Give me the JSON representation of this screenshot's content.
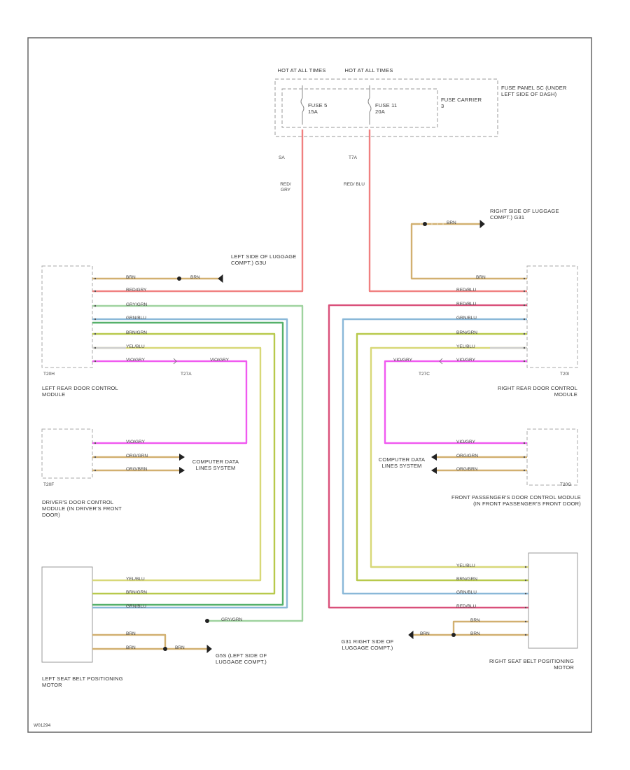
{
  "fuse_panel": {
    "hot1": "HOT AT ALL TIMES",
    "hot2": "HOT AT ALL TIMES",
    "fuse1_label": "FUSE 5 15A",
    "fuse2_label": "FUSE 11 20A",
    "carrier_label": "FUSE CARRIER 3",
    "panel_label": "FUSE PANEL SC (UNDER LEFT SIDE OF DASH)",
    "wire1_num": "SA",
    "wire2_num": "T7A",
    "wire1_color": "RED/ GRY",
    "wire2_color": "RED/ BLU"
  },
  "grounds": {
    "left_rear": "LEFT SIDE OF LUGGAGE COMPT.) G3U",
    "right_rear": "RIGHT SIDE OF LUGGAGE COMPT.) G31",
    "left_seat": "G5S (LEFT SIDE OF LUGGAGE COMPT.)",
    "right_seat": "G31 RIGHT SIDE OF LUGGAGE COMPT.)"
  },
  "modules": {
    "left_rear": "LEFT REAR DOOR CONTROL MODULE",
    "right_rear": "RIGHT REAR DOOR CONTROL MODULE",
    "driver": "DRIVER'S DOOR CONTROL MODULE (IN DRIVER'S FRONT DOOR)",
    "passenger": "FRONT PASSENGER'S DOOR CONTROL MODULE (IN FRONT PASSENGER'S FRONT DOOR)",
    "left_seat": "LEFT SEAT BELT POSITIONING MOTOR",
    "right_seat": "RIGHT SEAT BELT POSITIONING MOTOR",
    "left_conn": "T20H",
    "right_conn": "T20I",
    "driver_conn": "T20F",
    "pass_conn": "T20G",
    "left_inline": "T27A",
    "right_inline": "T27C"
  },
  "data_lines": {
    "left": "COMPUTER DATA LINES SYSTEM",
    "right": "COMPUTER DATA LINES SYSTEM"
  },
  "wire_labels": {
    "brn": "BRN",
    "red_gry": "RED/GRY",
    "gry_grn": "GRY/GRN",
    "grn_blu": "GRN/BLU",
    "brn_grn": "BRN/GRN",
    "yel_blu": "YEL/BLU",
    "vio_gry": "VIO/GRY",
    "org_grn": "ORG/GRN",
    "org_brn": "ORG/BRN",
    "red_blu": "RED/BLU"
  },
  "footer": "W01294",
  "colors": {
    "red": "#f08080",
    "pink": "#d9507a",
    "brn": "#d2b070",
    "gray": "#b9b9b9",
    "green": "#9fd39f",
    "blue": "#8ab8d8",
    "olive": "#b8c94c",
    "magenta": "#f05af0"
  }
}
